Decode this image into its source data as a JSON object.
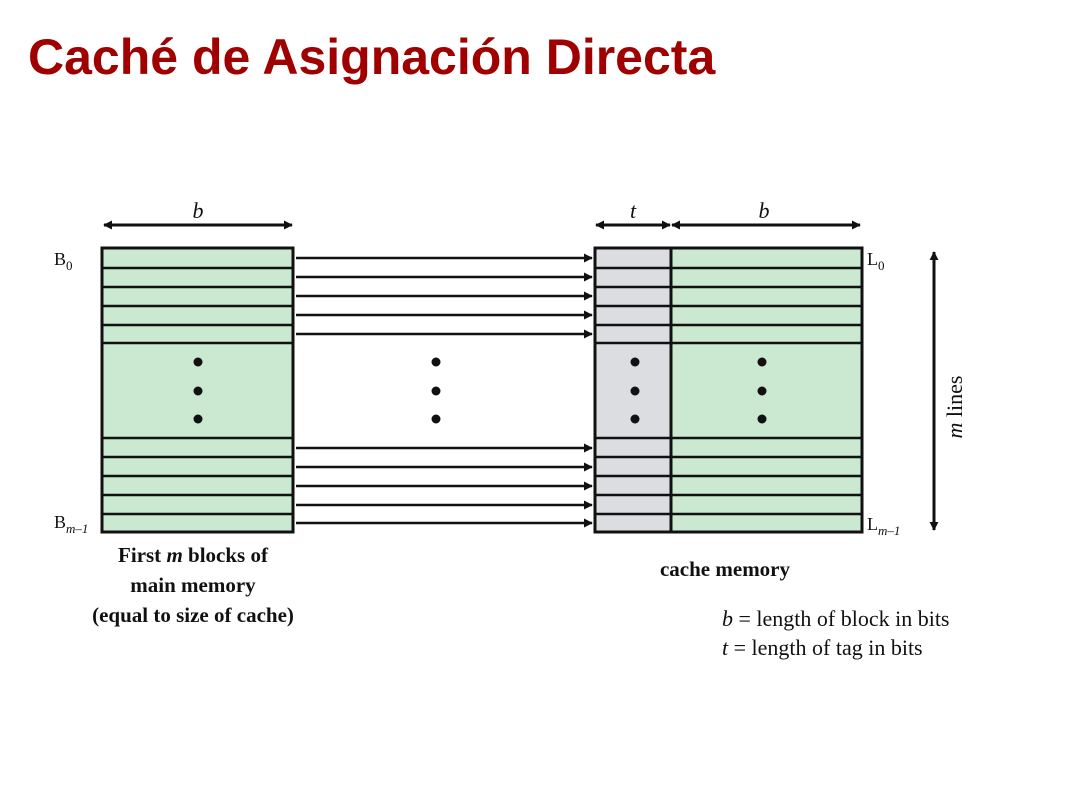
{
  "title": "Caché de Asignación Directa",
  "colors": {
    "title": "#a00000",
    "block_fill": "#cbe8d1",
    "tag_fill": "#dcdde0",
    "stroke": "#111111"
  },
  "dimensions": {
    "b": "b",
    "t": "t"
  },
  "labels": {
    "B0_base": "B",
    "B0_sub": "0",
    "Bm_base": "B",
    "Bm_sub": "m–1",
    "L0_base": "L",
    "L0_sub": "0",
    "Lm_base": "L",
    "Lm_sub": "m–1",
    "m_lines_var": "m",
    "m_lines_text": " lines"
  },
  "main_memory_caption": {
    "line1_pre": "First ",
    "line1_var": "m",
    "line1_post": " blocks of",
    "line2": "main memory",
    "line3": "(equal to size of cache)"
  },
  "cache_caption": "cache memory",
  "legend": [
    {
      "var": "b",
      "text": " = length of block in bits"
    },
    {
      "var": "t",
      "text": " = length of tag in bits"
    }
  ]
}
